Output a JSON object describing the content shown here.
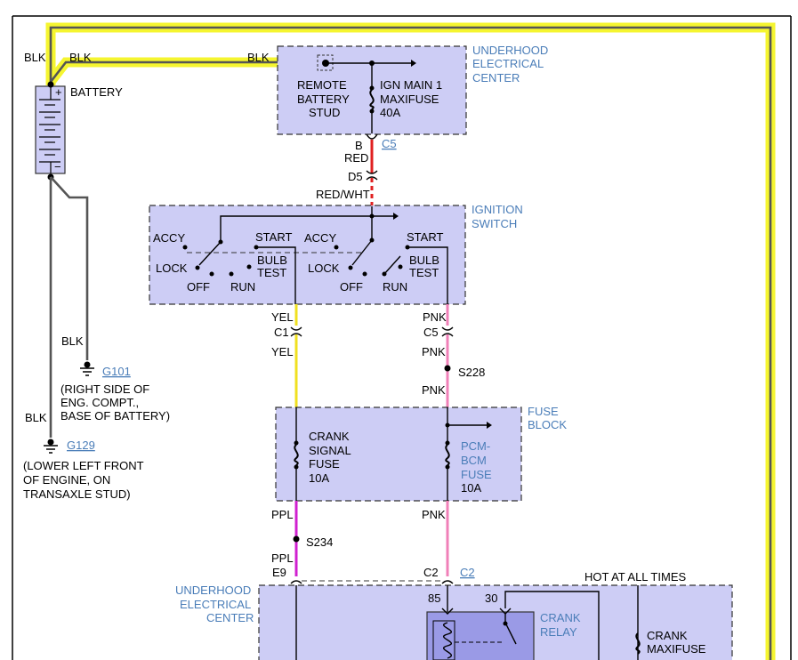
{
  "colors": {
    "highlight": "#f5f530",
    "component_fill": "#cdcdf5",
    "wire_red": "#e02020",
    "wire_yellow": "#f0e020",
    "wire_pink": "#f080b8",
    "wire_purple": "#d020d0",
    "wire_black": "#555555",
    "label_blue": "#4a7db8"
  },
  "battery": {
    "label": "BATTERY",
    "plus": "+",
    "minus": "−"
  },
  "wires": {
    "blk_left": "BLK",
    "blk_right": "BLK",
    "blk_main": "BLK",
    "blk_g101": "BLK",
    "blk_g129": "BLK",
    "red_pin": "B",
    "red": "RED",
    "d5": "D5",
    "red_wht": "RED/WHT",
    "yel_top": "YEL",
    "c1": "C1",
    "yel_bottom": "YEL",
    "pnk_top": "PNK",
    "c5_lower": "C5",
    "pnk_mid": "PNK",
    "pnk_low": "PNK",
    "ppl_top": "PPL",
    "ppl_bottom": "PPL",
    "e9": "E9",
    "c2_pin": "C2",
    "pin_85": "85",
    "pin_30": "30"
  },
  "splices": {
    "s228": "S228",
    "s234": "S234"
  },
  "underhood_top": {
    "title": [
      "UNDERHOOD",
      "ELECTRICAL",
      "CENTER"
    ],
    "stud": [
      "REMOTE",
      "BATTERY",
      "STUD"
    ],
    "fuse": [
      "IGN MAIN 1",
      "MAXIFUSE",
      "40A"
    ],
    "connector": "C5"
  },
  "ignition_switch": {
    "title": [
      "IGNITION",
      "SWITCH"
    ],
    "left": {
      "accy": "ACCY",
      "start": "START",
      "lock": "LOCK",
      "bulb": "BULB",
      "test": "TEST",
      "off": "OFF",
      "run": "RUN"
    },
    "right": {
      "accy": "ACCY",
      "start": "START",
      "lock": "LOCK",
      "bulb": "BULB",
      "test": "TEST",
      "off": "OFF",
      "run": "RUN"
    }
  },
  "grounds": {
    "g101": {
      "id": "G101",
      "desc": [
        "(RIGHT SIDE OF",
        "ENG. COMPT.,",
        "BASE OF BATTERY)"
      ]
    },
    "g129": {
      "id": "G129",
      "desc": [
        "(LOWER LEFT FRONT",
        "OF ENGINE, ON",
        "TRANSAXLE STUD)"
      ]
    }
  },
  "fuse_block": {
    "title": [
      "FUSE",
      "BLOCK"
    ],
    "crank_fuse": [
      "CRANK",
      "SIGNAL",
      "FUSE",
      "10A"
    ],
    "pcm_fuse": [
      "PCM-",
      "BCM",
      "FUSE"
    ],
    "pcm_rating": "10A"
  },
  "underhood_bottom": {
    "title": [
      "UNDERHOOD",
      "ELECTRICAL",
      "CENTER"
    ],
    "connector_link": "C2",
    "hot_label": "HOT AT ALL TIMES",
    "relay": [
      "CRANK",
      "RELAY"
    ],
    "maxifuse": [
      "CRANK",
      "MAXIFUSE"
    ]
  }
}
